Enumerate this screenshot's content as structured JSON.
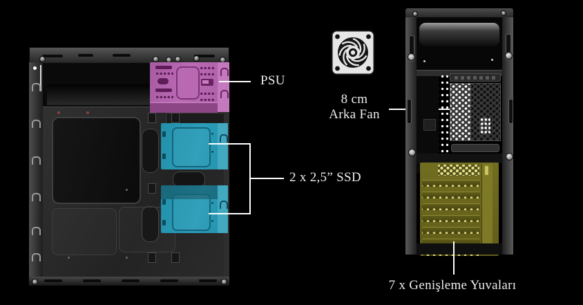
{
  "callouts": {
    "psu": {
      "label": "PSU"
    },
    "ssd": {
      "label": "2 x 2,5” SSD"
    },
    "rear_fan": {
      "label_line1": "8 cm",
      "label_line2": "Arka Fan"
    },
    "expansion": {
      "label": "7 x Genişleme Yuvaları"
    }
  },
  "icons": {
    "fan": "case-fan-icon"
  },
  "colors": {
    "background": "#000000",
    "label_text": "#ededed",
    "callout_line": "#ffffff",
    "highlight_psu": "#bb6ab4",
    "highlight_ssd": "#2a9db9",
    "highlight_expansion": "#605c1a"
  }
}
